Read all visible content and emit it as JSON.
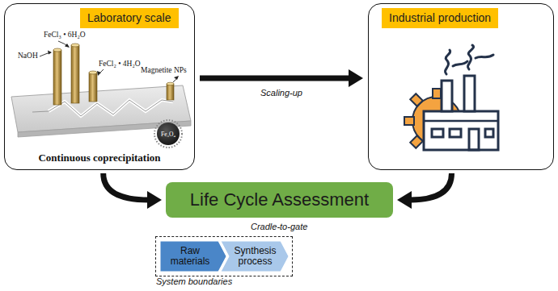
{
  "diagram": {
    "nodes": [
      {
        "text": [
          "Laboratory scale",
          "Continuous coprecipitation"
        ]
      },
      {
        "text": [
          "Industrial production"
        ]
      },
      {
        "text": [
          "Life Cycle Assessment"
        ]
      },
      {
        "text": [
          "System boundaries"
        ]
      },
      {
        "text": [
          "Raw materials"
        ],
        "in": 3
      },
      {
        "text": [
          "Synthesis process"
        ],
        "in": 3
      }
    ],
    "edges": [
      {
        "from": 0,
        "to": 1,
        "arrow": "to",
        "label": "Scaling-up"
      },
      {
        "from": 0,
        "to": 2,
        "arrow": "to"
      },
      {
        "from": 1,
        "to": 2,
        "arrow": "to"
      }
    ],
    "labels": [
      "FeCl₃ • 6H₂O",
      "NaOH",
      "FeCl₂ • 4H₂O",
      "Magnetite NPs",
      "Fe₃O₄",
      "Cradle-to-gate"
    ]
  }
}
